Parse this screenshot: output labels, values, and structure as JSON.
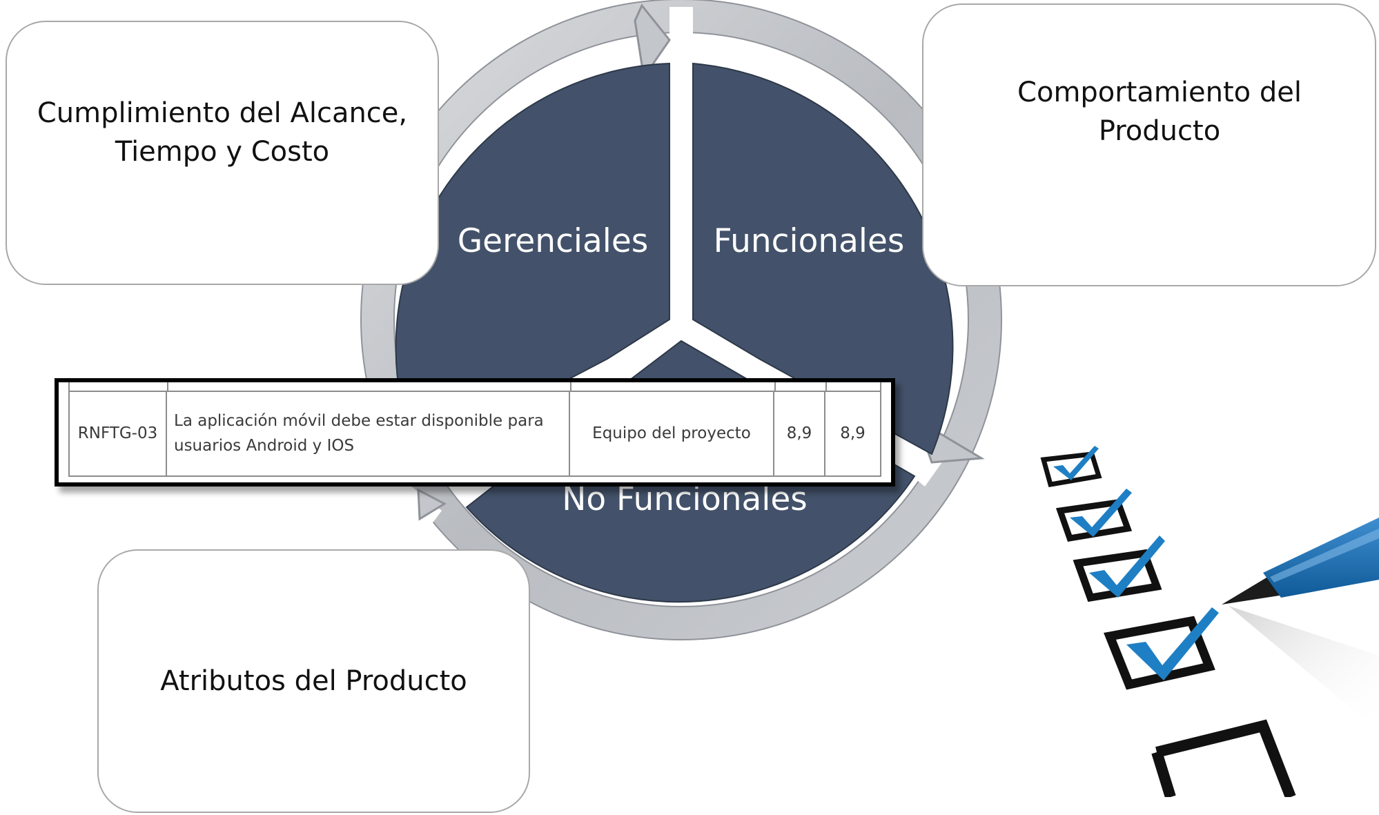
{
  "boxes": {
    "top_left": {
      "line1": "Cumplimiento del Alcance,",
      "line2": "Tiempo y Costo"
    },
    "top_right": {
      "line1": "Comportamiento del",
      "line2": "Producto"
    },
    "bottom_left": {
      "line1": "Atributos del Producto"
    }
  },
  "cycle": {
    "segments": [
      "Gerenciales",
      "Funcionales",
      "No Funcionales"
    ],
    "colors": {
      "segment_fill": "#43526a",
      "arrow": "#c3c6cb",
      "arrow_edge": "#8f9399"
    }
  },
  "requirement": {
    "id": "RNFTG-03",
    "description_line1": "La aplicación móvil debe estar disponible para",
    "description_line2": "usuarios Android y IOS",
    "source": "Equipo del proyecto",
    "value1": "8,9",
    "value2": "8,9"
  },
  "checklist_icon": {
    "name": "checklist-with-pen-icon",
    "check_color": "#1f7fc4",
    "pen_color": "#1a6fb5"
  }
}
